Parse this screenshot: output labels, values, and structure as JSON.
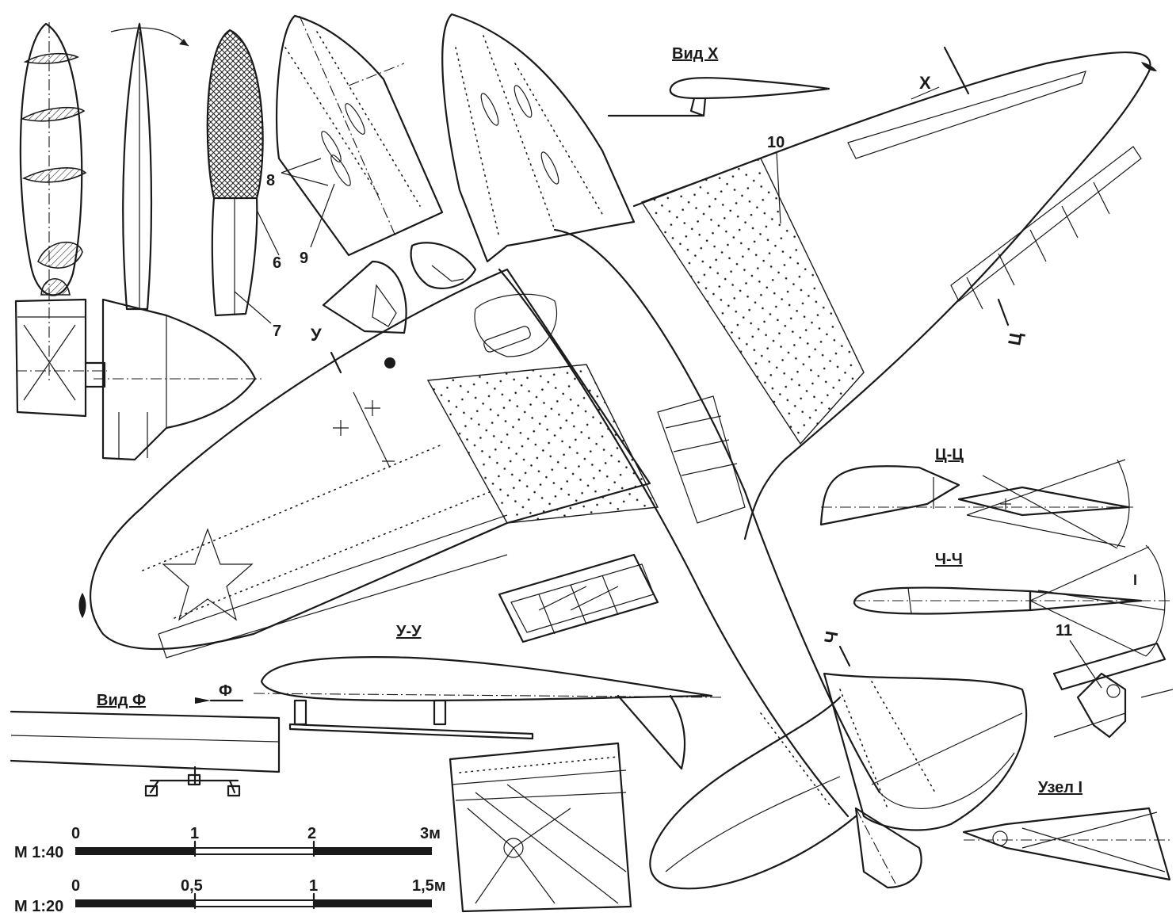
{
  "views": {
    "view_x": "Вид Х",
    "view_f": "Вид Ф",
    "section_uu": "У-У",
    "section_tsts": "Ц-Ц",
    "section_chch": "Ч-Ч",
    "node_1": "Узел I"
  },
  "callouts": {
    "c6": "6",
    "c7": "7",
    "c8": "8",
    "c9": "9",
    "c10": "10",
    "c11": "11"
  },
  "cut_marks": {
    "x": "Х",
    "u": "У",
    "ts": "Ц",
    "ch": "Ч",
    "f": "Ф",
    "i": "I"
  },
  "scales": {
    "m40": {
      "label": "М 1:40",
      "ticks": [
        "0",
        "1",
        "2",
        "3м"
      ]
    },
    "m20": {
      "label": "М 1:20",
      "ticks": [
        "0",
        "0,5",
        "1",
        "1,5м"
      ]
    }
  }
}
